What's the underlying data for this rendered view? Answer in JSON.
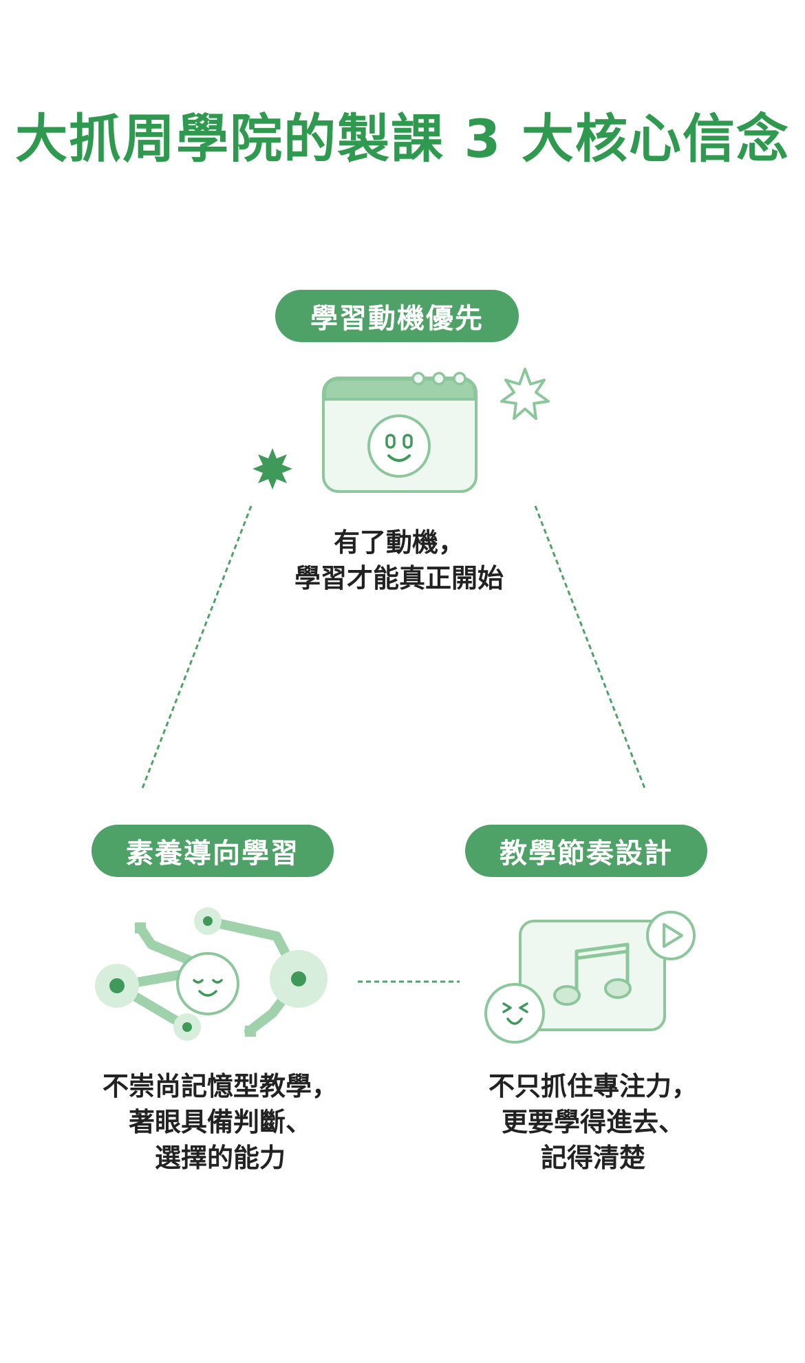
{
  "title": "大抓周學院的製課 3 大核心信念",
  "beliefs": [
    {
      "label": "學習動機優先",
      "icon": "smiling-browser-window-icon",
      "lines": [
        "有了動機，",
        "學習才能真正開始"
      ]
    },
    {
      "label": "素養導向學習",
      "icon": "connected-nodes-face-icon",
      "lines": [
        "不崇尚記憶型教學，",
        "著眼具備判斷、",
        "選擇的能力"
      ]
    },
    {
      "label": "教學節奏設計",
      "icon": "music-video-player-icon",
      "lines": [
        "不只抓住專注力，",
        "更要學得進去、",
        "記得清楚"
      ]
    }
  ],
  "colors": {
    "title": "#2f9a4f",
    "pill": "#4ea167",
    "icon_stroke": "#8cc79c",
    "icon_fill": "#eef7f0",
    "node": "#3f9a5a",
    "dashed": "#4ea167"
  }
}
